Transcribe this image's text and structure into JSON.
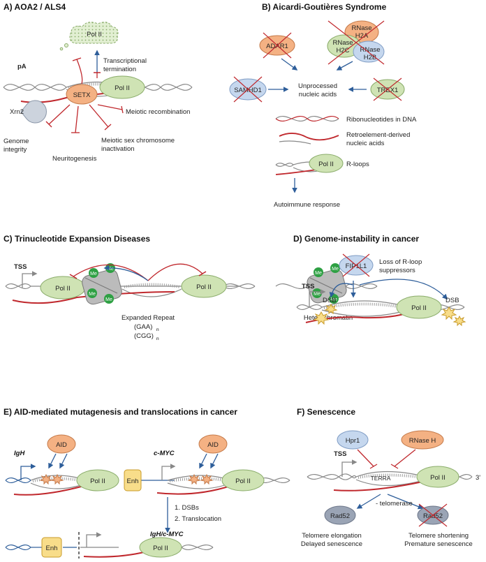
{
  "panels": {
    "a": {
      "title": "A) AOA2 / ALS4",
      "pol_ii": "Pol II",
      "pa": "pA",
      "setx": "SETX",
      "xrn2": "Xrn2",
      "transcriptional": "Transcriptional",
      "termination": "termination",
      "meiotic_recombination": "Meiotic recombination",
      "genome": "Genome",
      "integrity": "integrity",
      "neuritogenesis": "Neuritogenesis",
      "meiotic_sex": "Meiotic sex chromosome",
      "inactivation": "inactivation"
    },
    "b": {
      "title": "B) Aicardi-Goutières Syndrome",
      "adar1": "ADAR1",
      "rnase_h2a_1": "RNase",
      "rnase_h2a_2": "H2A",
      "rnase_h2c_1": "RNase",
      "rnase_h2c_2": "H2C",
      "rnase_h2b_1": "RNase",
      "rnase_h2b_2": "H2B",
      "samhd1": "SAMHD1",
      "trex1": "TREX1",
      "unprocessed_1": "Unprocessed",
      "unprocessed_2": "nucleic acids",
      "ribonucleotides": "Ribonucleotides in DNA",
      "retro_1": "Retroelement-derived",
      "retro_2": "nucleic acids",
      "pol_ii": "Pol II",
      "rloops": "R-loops",
      "autoimmune": "Autoimmune response"
    },
    "c": {
      "title": "C) Trinucleotide Expansion Diseases",
      "tss": "TSS",
      "pol_ii_1": "Pol II",
      "pol_ii_2": "Pol II",
      "me": "Me",
      "expanded": "Expanded Repeat",
      "gaa": "(GAA)",
      "cgg": "(CGG)",
      "sub_n": "n",
      "heterochromatin": "Heterochromatin"
    },
    "d": {
      "title": "D) Genome-instability in cancer",
      "fip1l1": "FIP1L1",
      "loss_1": "Loss of R-loop",
      "loss_2": "suppressors",
      "tss": "TSS",
      "dsb": "DSB",
      "pol_ii": "Pol II"
    },
    "e": {
      "title": "E) AID-mediated mutagenesis and translocations in cancer",
      "igh": "IgH",
      "aid": "AID",
      "enh": "Enh",
      "cmyc": "c-MYC",
      "pol_ii": "Pol II",
      "dsbs": "1. DSBs",
      "translocation": "2. Translocation",
      "igh_cmyc": "IgH/c-MYC"
    },
    "f": {
      "title": "F) Senescence",
      "hpr1": "Hpr1",
      "rnase_h": "RNase H",
      "tss": "TSS",
      "terra": "TERRA",
      "pol_ii": "Pol II",
      "three_prime": "3'",
      "telomerase": "- telomerase",
      "rad52": "Rad52",
      "elongation": "Telomere elongation",
      "delayed": "Delayed senescence",
      "shortening": "Telomere shortening",
      "premature": "Premature senescence"
    }
  },
  "colors": {
    "pol_ii_fill": "#cfe3b4",
    "pol_ii_stroke": "#8aac6a",
    "orange_fill": "#f4b183",
    "blue_fill": "#c5d7ee",
    "grey_fill": "#9aa4b5",
    "yellow_fill": "#f8dd8a",
    "me_green": "#2ea043",
    "inhibit_red": "#c0282d",
    "arrow_blue": "#2e5e9a",
    "rna_red": "#c0282d",
    "dna_grey": "#888888"
  },
  "icons": [
    "dna-helix-icon",
    "rna-strand-icon",
    "cross-out-icon",
    "dsb-star-icon",
    "promoter-arrow-icon",
    "nucleosome-icon"
  ]
}
